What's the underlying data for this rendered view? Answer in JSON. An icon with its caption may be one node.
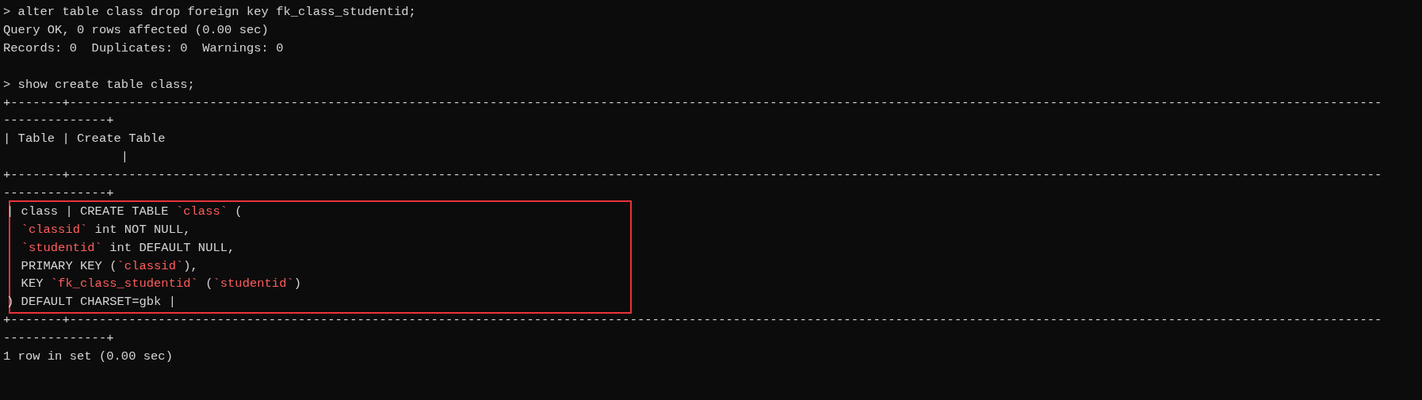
{
  "diagram": {
    "nodes": [
      {
        "text": [
          "| class | CREATE TABLE `class` (",
          "`classid` int NOT NULL,",
          "`studentid` int DEFAULT NULL,",
          "PRIMARY KEY (`classid`),",
          "KEY `fk_class_studentid` (`studentid`)",
          ") DEFAULT CHARSET=gbk |"
        ]
      }
    ],
    "edges": [],
    "labels": [
      "> alter table class drop foreign key fk_class_studentid;",
      "Query OK, 0 rows affected (0.00 sec)",
      "Records: 0  Duplicates: 0  Warnings: 0",
      "> show create table class;",
      "+-------+------------------------------------------------------------------------------------------------------------------------------------------------------------------------------------------------+",
      "| Table | Create Table",
      "|",
      "+-------+------------------------------------------------------------------------------------------------------------------------------------------------------------------------------------------------+",
      "+-------+------------------------------------------------------------------------------------------------------------------------------------------------------------------------------------------------+",
      "1 row in set (0.00 sec)"
    ]
  }
}
